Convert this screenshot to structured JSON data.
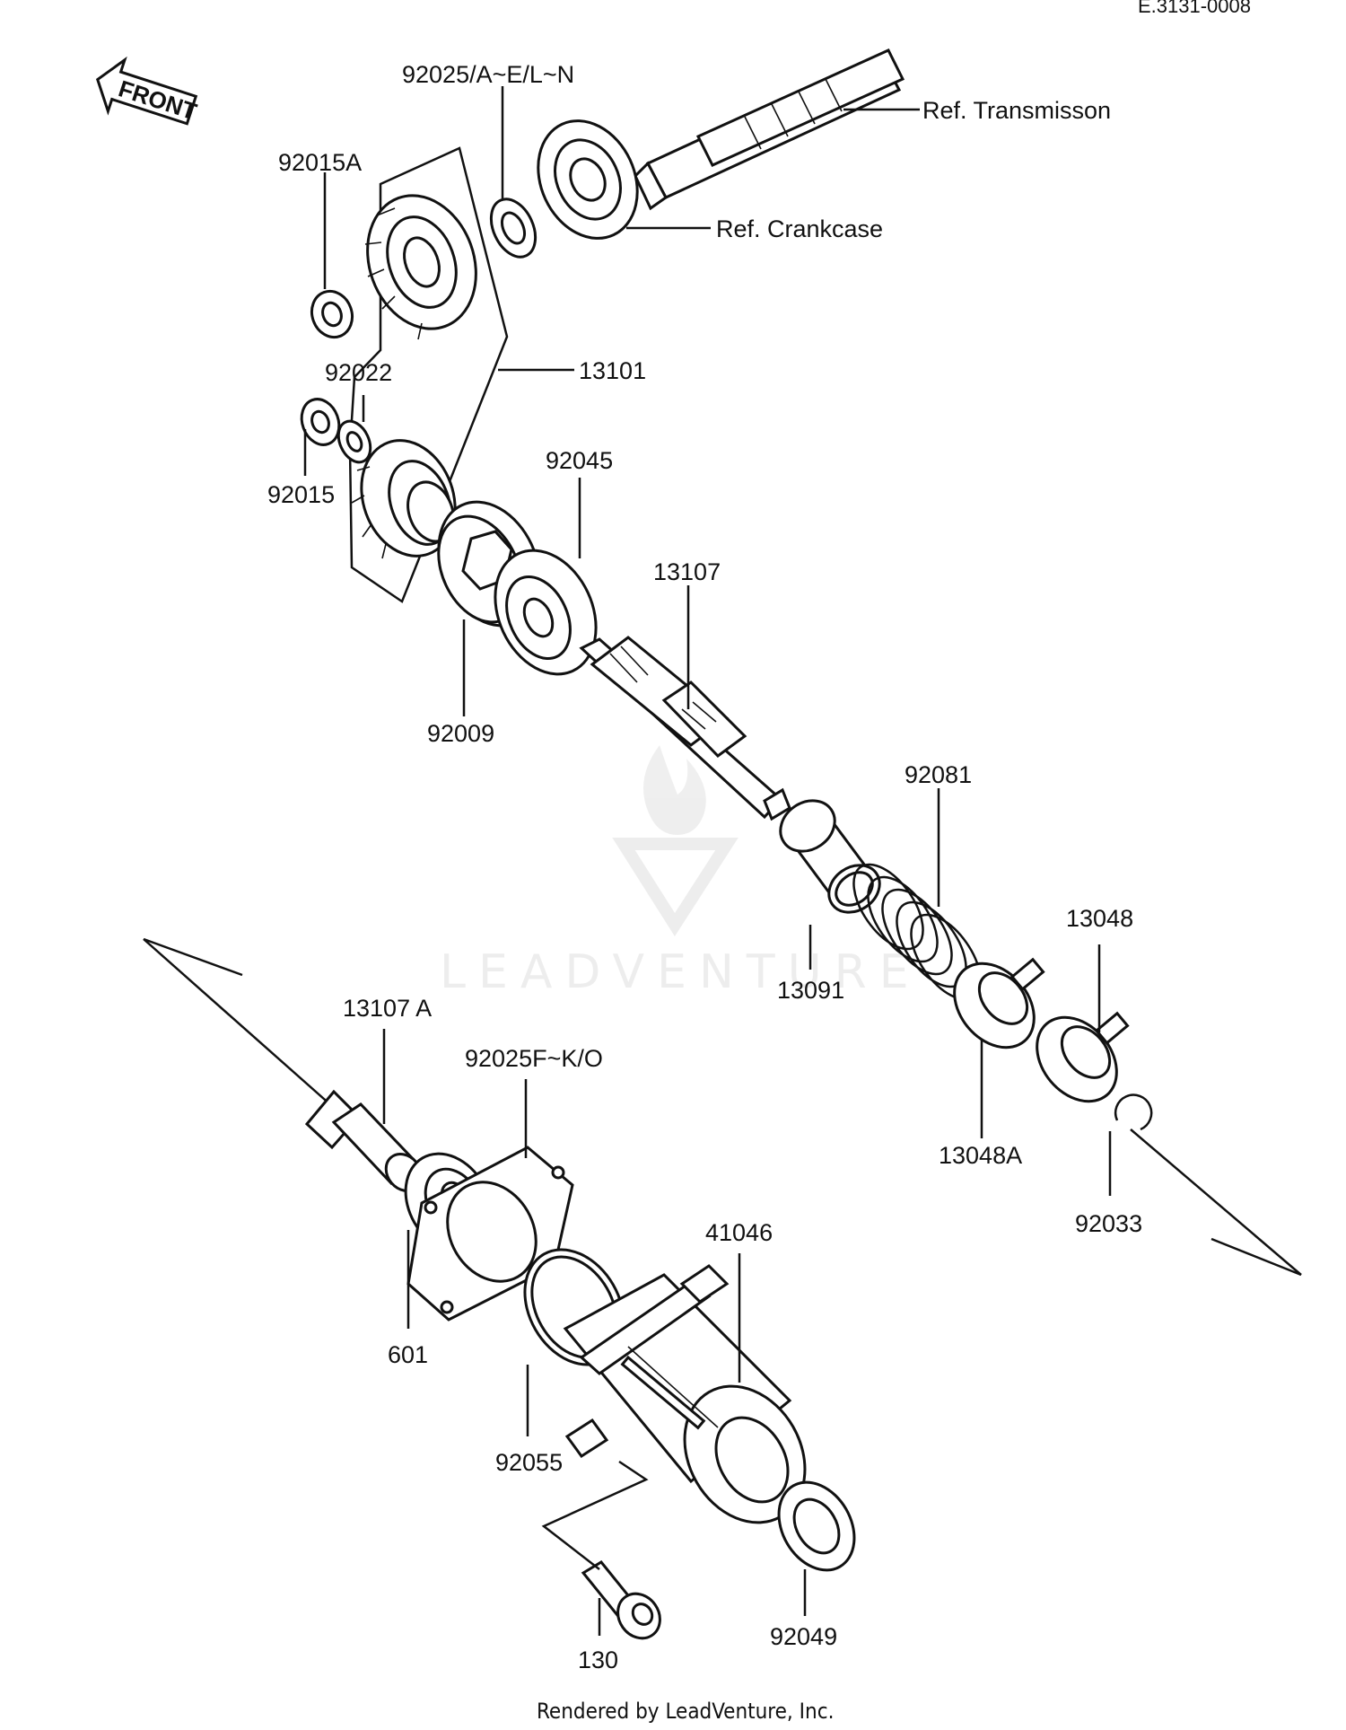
{
  "doc_code": "E.3131-0008",
  "front_label": "FRONT",
  "watermark": "LEADVENTURE",
  "footer": "Rendered by LeadVenture, Inc.",
  "labels": {
    "p92025_top": "92025/A~E/L~N",
    "ref_transmission": "Ref. Transmisson",
    "ref_crankcase": "Ref. Crankcase",
    "p92015A": "92015A",
    "p92022": "92022",
    "p13101": "13101",
    "p92015": "92015",
    "p92045": "92045",
    "p13107": "13107",
    "p92009": "92009",
    "p92081": "92081",
    "p13048": "13048",
    "p13091": "13091",
    "p13107A": "13107 A",
    "p92025_bottom": "92025F~K/O",
    "p13048A": "13048A",
    "p92033": "92033",
    "p41046": "41046",
    "p601": "601",
    "p92055": "92055",
    "p130": "130",
    "p92049": "92049"
  }
}
